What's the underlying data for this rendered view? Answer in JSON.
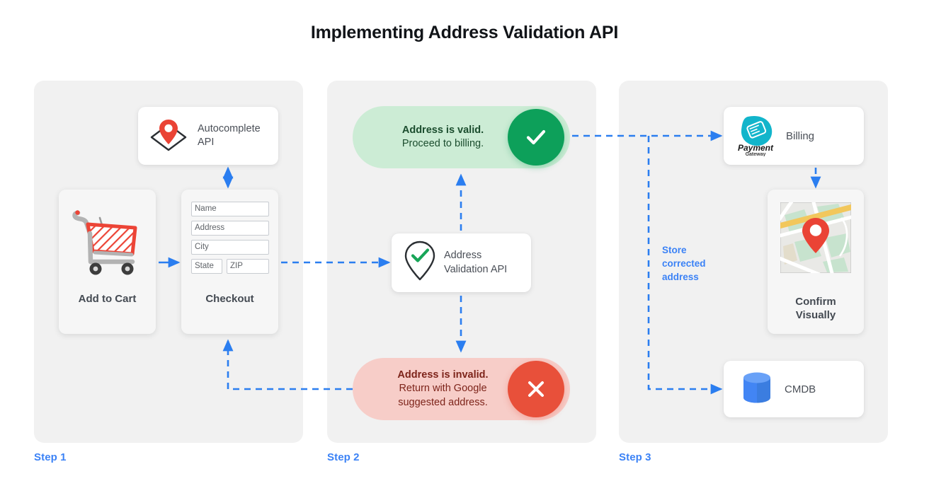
{
  "title": "Implementing Address Validation API",
  "colors": {
    "accent_blue": "#3b82f6",
    "panel_bg": "#f1f1f1",
    "valid_green": "#0da05a",
    "valid_pill_bg": "#ccecd5",
    "invalid_red": "#e8503a",
    "invalid_pill_bg": "#f7cdc8",
    "cmdb_blue": "#4285f4",
    "pin_red": "#ea4335",
    "payment_teal": "#12b5cb"
  },
  "steps": [
    {
      "label": "Step 1"
    },
    {
      "label": "Step 2"
    },
    {
      "label": "Step 3"
    }
  ],
  "step1": {
    "autocomplete": {
      "label": "Autocomplete API",
      "icon": "map-pin-diamond-icon"
    },
    "add_to_cart": {
      "title": "Add to Cart",
      "icon": "shopping-cart-icon"
    },
    "checkout": {
      "title": "Checkout",
      "fields": [
        {
          "name": "name",
          "placeholder": "Name"
        },
        {
          "name": "address",
          "placeholder": "Address"
        },
        {
          "name": "city",
          "placeholder": "City"
        },
        {
          "name": "state",
          "placeholder": "State"
        },
        {
          "name": "zip",
          "placeholder": "ZIP"
        }
      ]
    }
  },
  "step2": {
    "valid": {
      "headline": "Address is valid.",
      "subtext": "Proceed to billing.",
      "icon": "check-circle-icon"
    },
    "invalid": {
      "headline": "Address is invalid.",
      "subtext_line1": "Return with Google",
      "subtext_line2": "suggested address.",
      "icon": "x-circle-icon"
    },
    "validation_api": {
      "label_line1": "Address",
      "label_line2": "Validation API",
      "icon": "pin-check-icon"
    }
  },
  "step3": {
    "billing": {
      "label": "Billing",
      "logo_primary": "Payment",
      "logo_secondary": "Gateway",
      "icon": "payment-gateway-icon"
    },
    "confirm": {
      "title_line1": "Confirm",
      "title_line2": "Visually",
      "icon": "map-thumbnail-icon"
    },
    "cmdb": {
      "label": "CMDB",
      "icon": "database-icon"
    },
    "annotation": "Store corrected address"
  }
}
